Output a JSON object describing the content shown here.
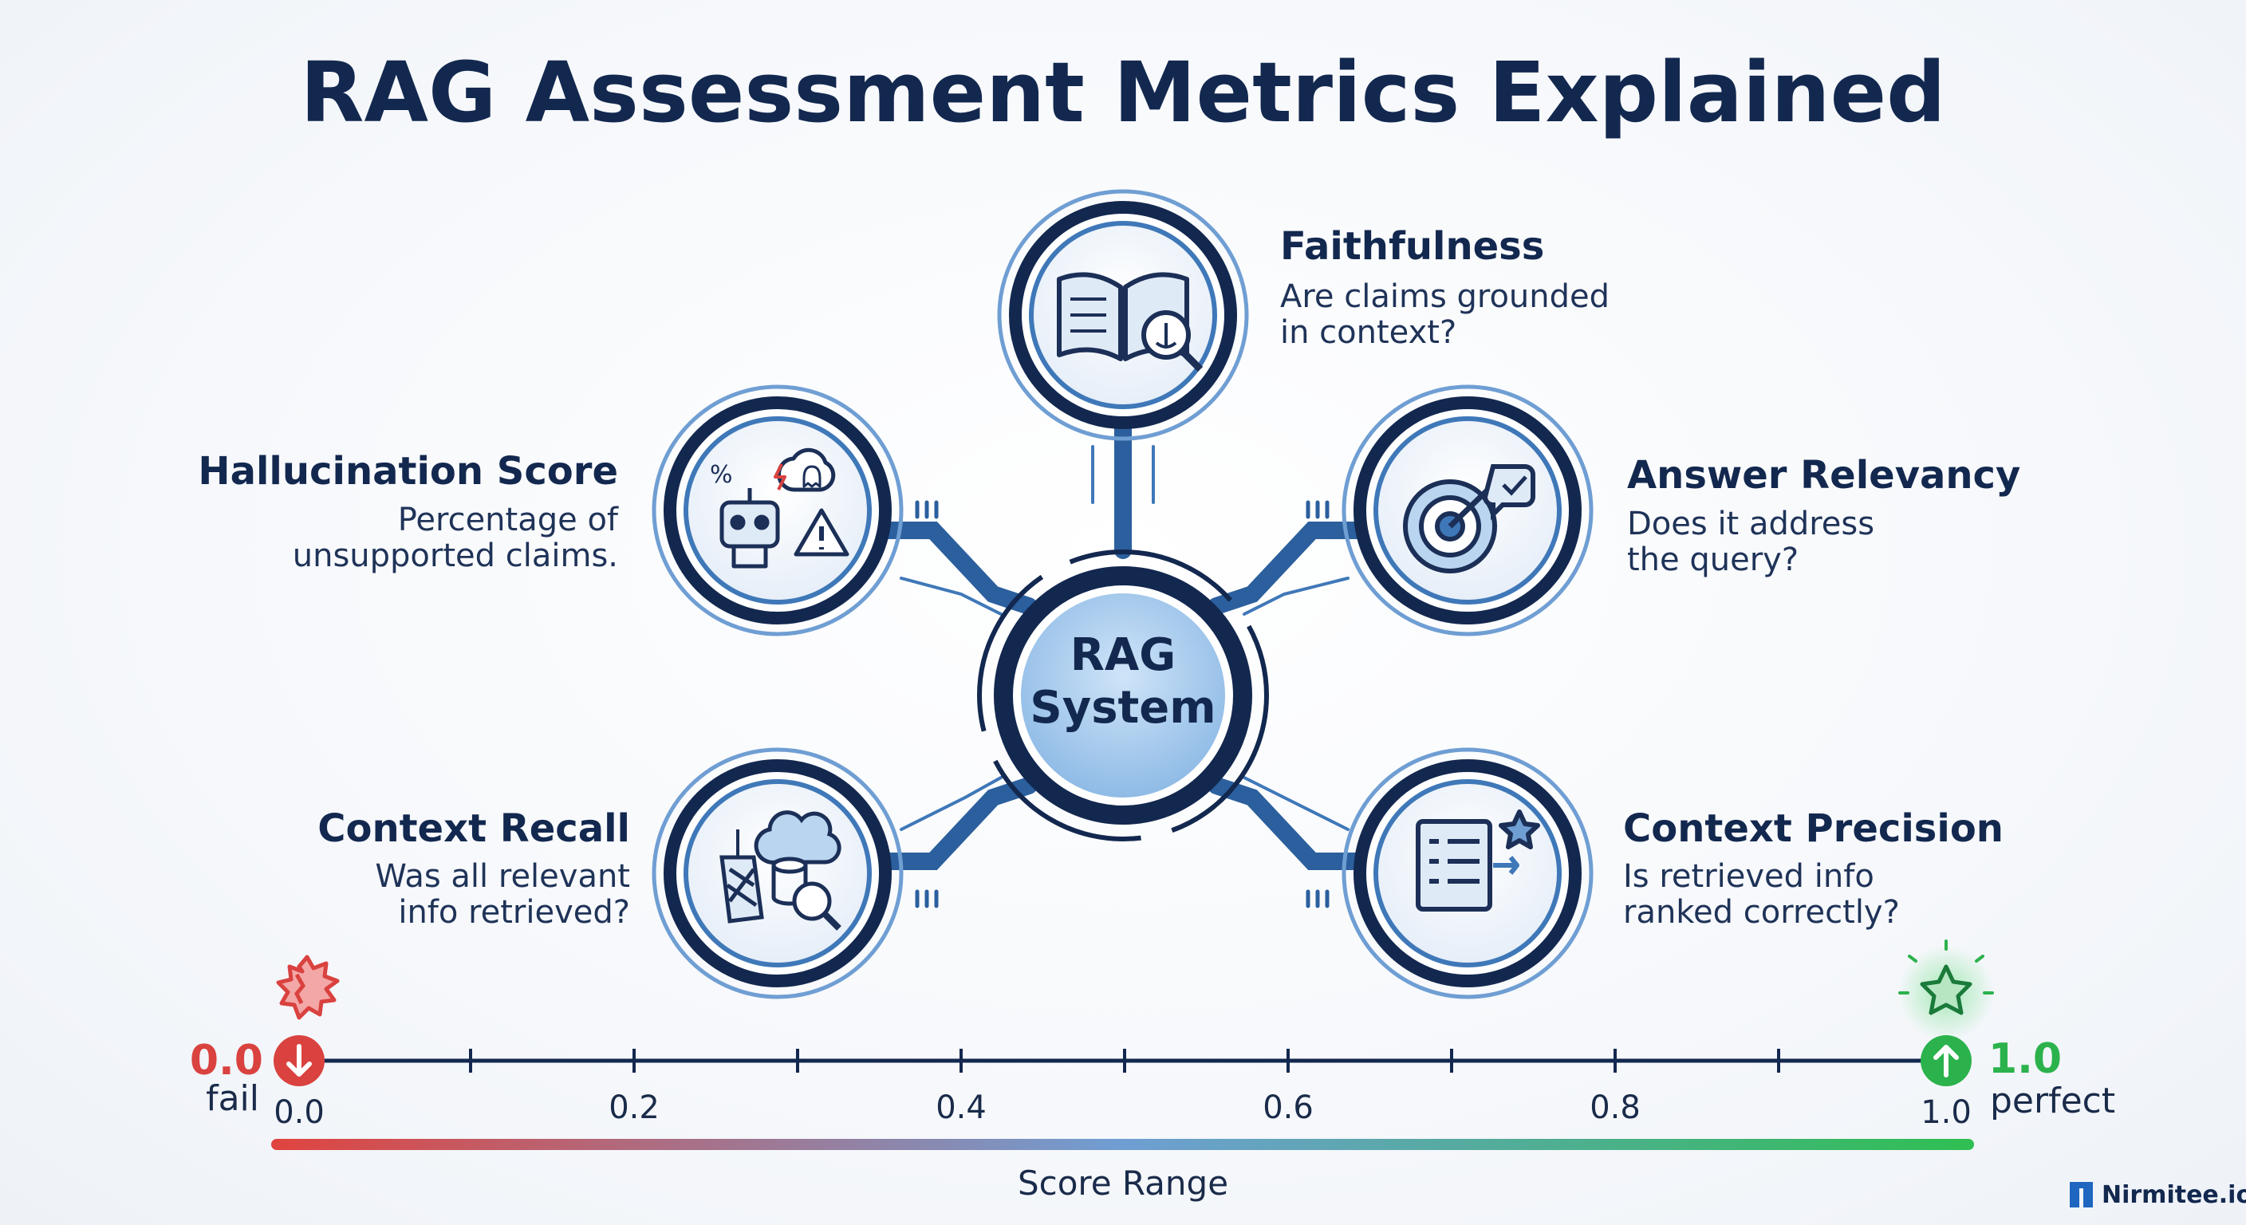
{
  "title": "RAG Assessment Metrics Explained",
  "center": {
    "line1": "RAG",
    "line2": "System"
  },
  "metrics": [
    {
      "heading": "Faithfulness",
      "desc1": "Are claims grounded",
      "desc2": "in context?",
      "icon": "open-book-anchor-magnifier-icon"
    },
    {
      "heading": "Answer Relevancy",
      "desc1": "Does it address",
      "desc2": "the query?",
      "icon": "target-arrow-check-bubble-icon"
    },
    {
      "heading": "Context Precision",
      "desc1": "Is retrieved info",
      "desc2": "ranked correctly?",
      "icon": "ranked-list-star-icon"
    },
    {
      "heading": "Context Recall",
      "desc1": "Was all relevant",
      "desc2": "info retrieved?",
      "icon": "net-database-cloud-search-icon"
    },
    {
      "heading": "Hallucination Score",
      "desc1": "Percentage of",
      "desc2": "unsupported claims.",
      "icon": "robot-ghost-warning-icon"
    }
  ],
  "scale": {
    "ticks": [
      "0.0",
      "0.2",
      "0.4",
      "0.6",
      "0.8",
      "1.0"
    ],
    "min_value": "0.0",
    "min_word": "fail",
    "max_value": "1.0",
    "max_word": "perfect",
    "label": "Score Range"
  },
  "colors": {
    "navy": "#13284f",
    "blue": "#3f78b8",
    "light_blue": "#a9cff0",
    "fail_red": "#d9423f",
    "perfect_green": "#2bb24c"
  },
  "brand": {
    "name": "Nirmitee.io",
    "icon": "nirmitee-logo-icon"
  }
}
